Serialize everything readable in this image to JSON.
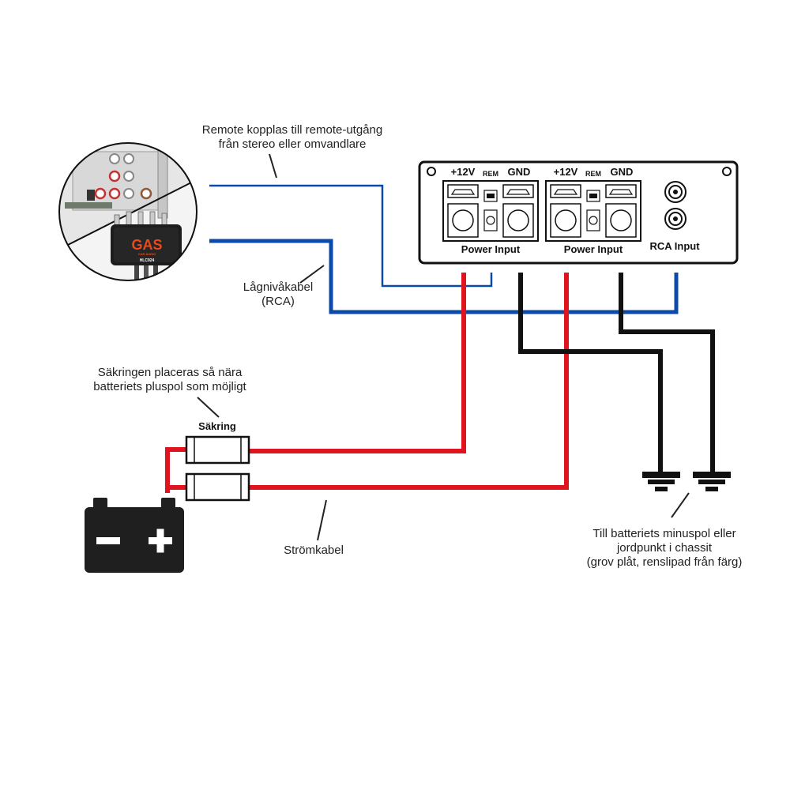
{
  "colors": {
    "power_wire": "#e0141e",
    "ground_wire": "#111111",
    "rca_wire": "#0b4aa8",
    "remote_wire": "#0b4aa8",
    "brand": "#e84a1c"
  },
  "labels": {
    "remote_line1": "Remote kopplas till remote-utgång",
    "remote_line2": "från stereo eller omvandlare",
    "lowlevel_line1": "Lågnivåkabel",
    "lowlevel_line2": "(RCA)",
    "fuse_note_line1": "Säkringen placeras så nära",
    "fuse_note_line2": "batteriets pluspol som möjligt",
    "fuse_title": "Säkring",
    "power_cable": "Strömkabel",
    "ground_line1": "Till batteriets minuspol eller",
    "ground_line2": "jordpunkt i chassit",
    "ground_line3": "(grov plåt, renslipad från färg)"
  },
  "amplifier": {
    "terminal_group_1": {
      "plus12v": "+12V",
      "rem": "REM",
      "gnd": "GND",
      "caption": "Power Input"
    },
    "terminal_group_2": {
      "plus12v": "+12V",
      "rem": "REM",
      "gnd": "GND",
      "caption": "Power Input"
    },
    "rca_caption": "RCA Input"
  },
  "converter": {
    "brand": "GAS",
    "brand_sub": "CAR AUDIO",
    "model": "HLC924"
  },
  "icons": {
    "battery": "battery-icon",
    "ground": "ground-symbol-icon",
    "stereo": "head-unit-rca-icon"
  }
}
